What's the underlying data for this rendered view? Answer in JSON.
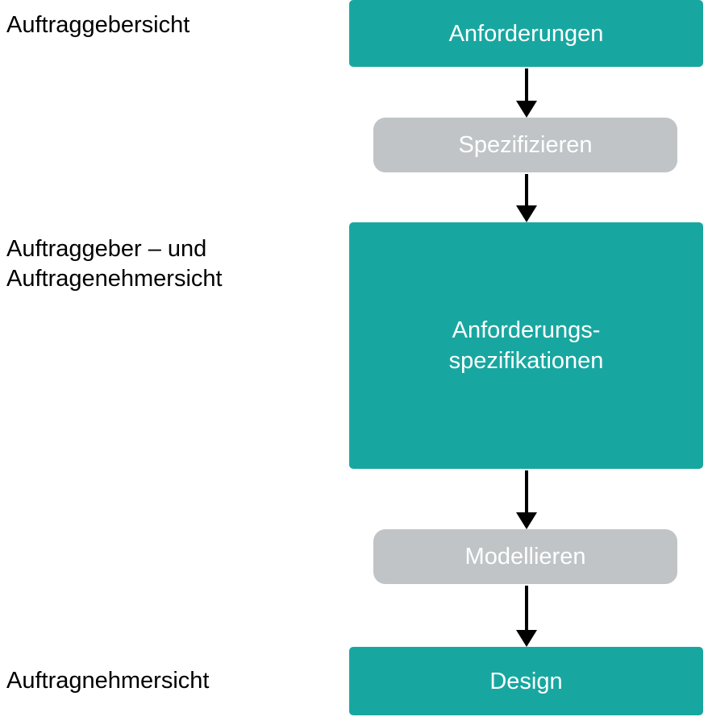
{
  "colors": {
    "teal_box_fill": "#18a7a0",
    "gray_box_fill": "#c0c4c7",
    "box_text": "#ffffff",
    "side_label_text": "#000000",
    "arrow": "#000000",
    "background": "#ffffff"
  },
  "side_labels": {
    "client_view": "Auftraggebersicht",
    "client_and_contractor_view_line1": "Auftraggeber – und",
    "client_and_contractor_view_line2": "Auftragenehmersicht",
    "contractor_view": "Auftragnehmersicht"
  },
  "flow": {
    "requirements": "Anforderungen",
    "specify": "Spezifizieren",
    "requirements_specification_line1": "Anforderungs-",
    "requirements_specification_line2": "spezifikationen",
    "model": "Modellieren",
    "design": "Design"
  }
}
